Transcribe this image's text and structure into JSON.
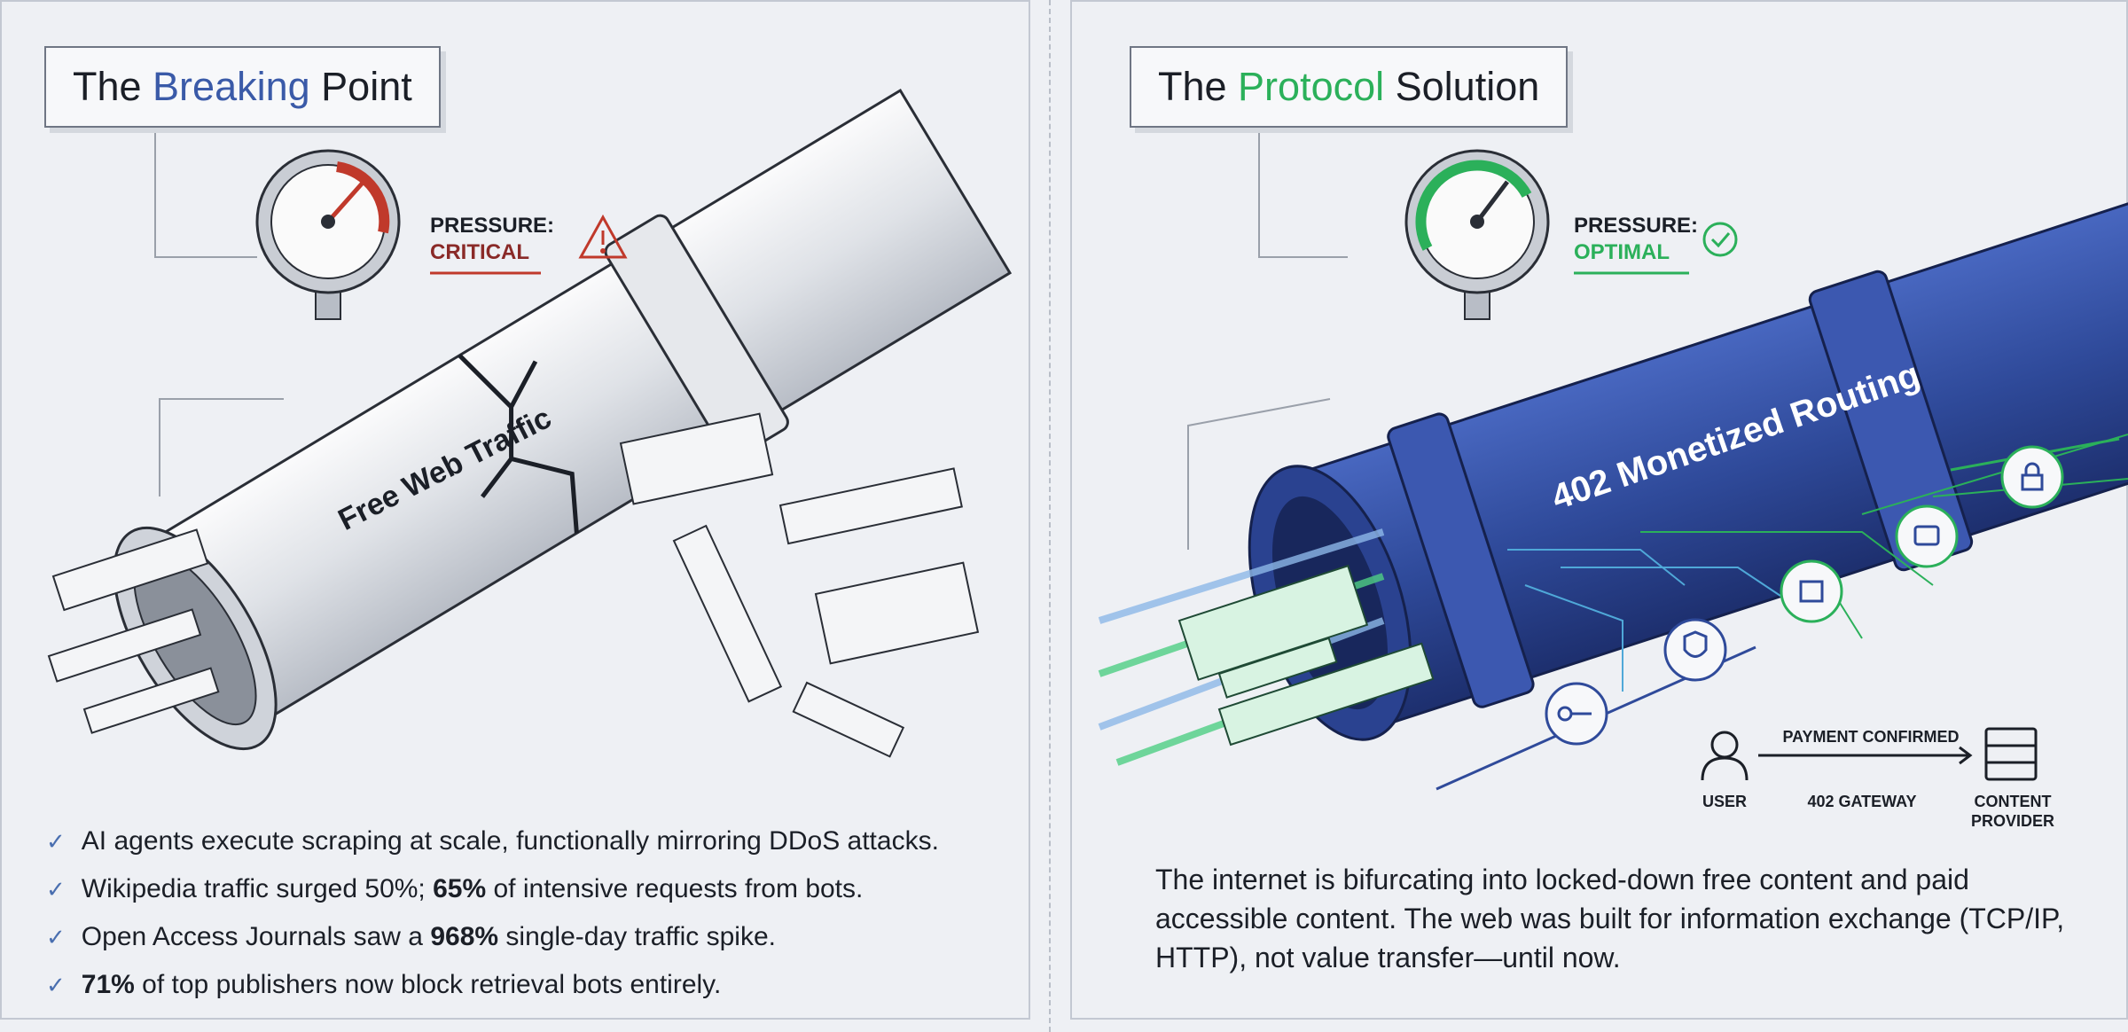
{
  "left_panel": {
    "title": {
      "prefix": "The ",
      "highlight": "Breaking",
      "suffix": " Point"
    },
    "gauge": {
      "label": "PRESSURE:",
      "status": "CRITICAL",
      "status_color": "#c0392b",
      "icon": "warning-triangle-icon",
      "level": 0.85
    },
    "pipe_label": "Free Web Traffic",
    "bullets": [
      {
        "pre": "AI agents execute scraping at scale, functionally mirroring DDoS attacks.",
        "bold": "",
        "post": ""
      },
      {
        "pre": "Wikipedia traffic surged 50%; ",
        "bold": "65%",
        "post": " of intensive requests from bots."
      },
      {
        "pre": "Open Access Journals saw a ",
        "bold": "968%",
        "post": " single-day traffic spike."
      },
      {
        "pre": "",
        "bold": "71%",
        "post": " of top publishers now block retrieval bots entirely."
      }
    ],
    "highlight_color": "#3a5aa8"
  },
  "right_panel": {
    "title": {
      "prefix": "The ",
      "highlight": "Protocol",
      "suffix": " Solution"
    },
    "gauge": {
      "label": "PRESSURE:",
      "status": "OPTIMAL",
      "status_color": "#2bb05a",
      "icon": "check-circle-icon",
      "level": 0.7
    },
    "pipe_label": "402 Monetized Routing",
    "icons": [
      "key-icon",
      "shield-check-icon",
      "gateway-icon",
      "wallet-icon",
      "lock-icon"
    ],
    "flow": {
      "payment": "PAYMENT CONFIRMED",
      "user": "USER",
      "gateway": "402 GATEWAY",
      "provider_line1": "CONTENT",
      "provider_line2": "PROVIDER"
    },
    "paragraph": "The internet is bifurcating into locked-down free content and paid accessible content. The web was built for information exchange (TCP/IP, HTTP), not value transfer—until now.",
    "pipe_color": "#2f4a9a",
    "accent_color": "#2bb05a"
  }
}
